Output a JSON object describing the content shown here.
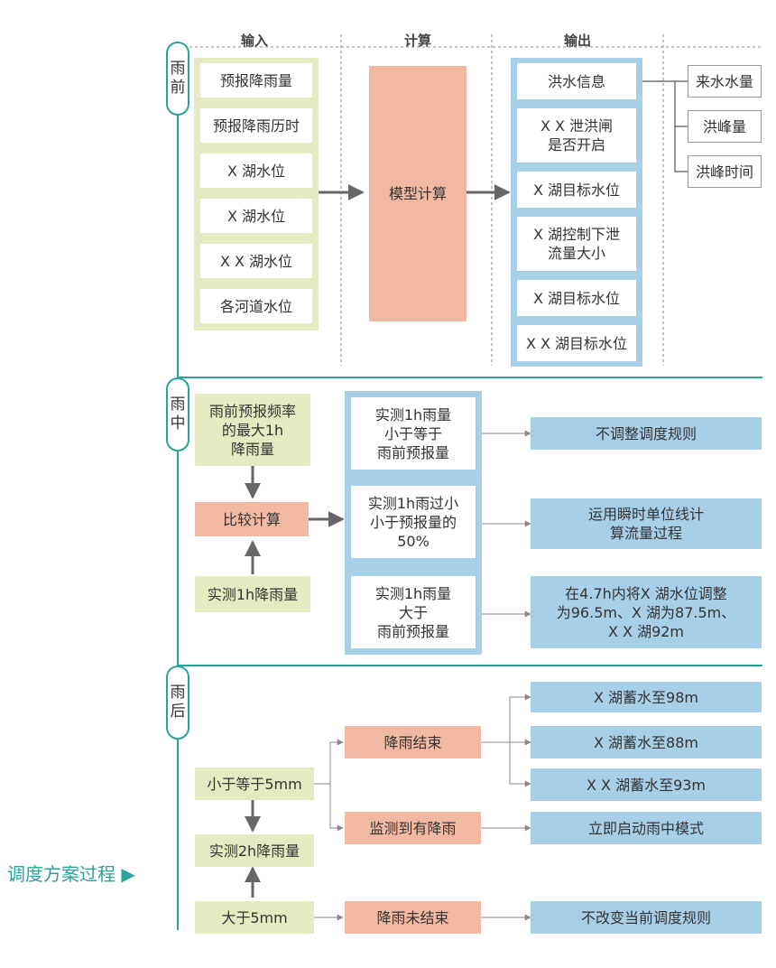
{
  "columns": {
    "input": "输入",
    "compute": "计算",
    "output": "输出"
  },
  "sections": {
    "before": "雨前",
    "during": "雨中",
    "after": "雨后"
  },
  "before": {
    "inputs": [
      "预报降雨量",
      "预报降雨历时",
      "X 湖水位",
      "X 湖水位",
      "X X 湖水位",
      "各河道水位"
    ],
    "compute": "模型计算",
    "outputs": [
      "洪水信息",
      "X X 泄洪闸\n是否开启",
      "X 湖目标水位",
      "X 湖控制下泄\n流量大小",
      "X 湖目标水位",
      "X X 湖目标水位"
    ],
    "flood_info": [
      "来水水量",
      "洪峰量",
      "洪峰时间"
    ]
  },
  "during": {
    "forecast": "雨前预报频率\n的最大1h\n降雨量",
    "compare": "比较计算",
    "measured": "实测1h降雨量",
    "conditions": [
      "实测1h雨量\n小于等于\n雨前预报量",
      "实测1h雨过小\n小于预报量的\n50%",
      "实测1h雨量\n大于\n雨前预报量"
    ],
    "actions": [
      "不调整调度规则",
      "运用瞬时单位线计\n算流量过程",
      "在4.7h内将X 湖水位调整\n为96.5m、X 湖为87.5m、\nX X 湖92m"
    ]
  },
  "after": {
    "le5": "小于等于5mm",
    "measured": "实测2h降雨量",
    "gt5": "大于5mm",
    "rain_end": "降雨结束",
    "rain_detected": "监测到有降雨",
    "rain_not_end": "降雨未结束",
    "storage": [
      "X 湖蓄水至98m",
      "X 湖蓄水至88m",
      "X X 湖蓄水至93m"
    ],
    "start_mode": "立即启动雨中模式",
    "keep_rule": "不改变当前调度规则"
  },
  "caption": "调度方案过程 ▶",
  "colors": {
    "green": "#e5ebc0",
    "salmon": "#f2b9a2",
    "blue": "#a8cfe8",
    "teal": "#2aa39a"
  }
}
